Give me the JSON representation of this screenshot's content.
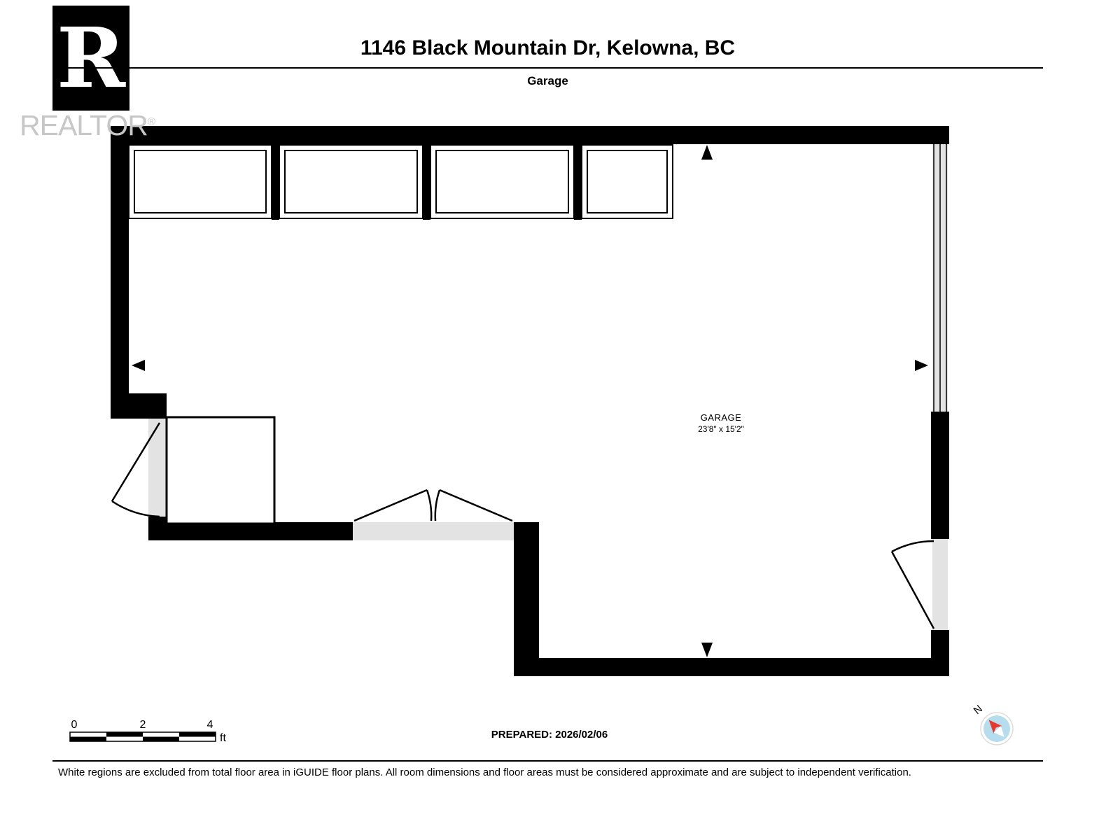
{
  "header": {
    "title": "1146 Black Mountain Dr, Kelowna, BC",
    "subtitle": "Garage"
  },
  "branding": {
    "logo_letter": "R",
    "wordmark": "REALTOR",
    "registered": "®"
  },
  "floorplan": {
    "room_name": "GARAGE",
    "room_dimensions": "23'8\" x 15'2\"",
    "wall_color": "#000000",
    "opening_color": "#e3e3e3",
    "compass_fill": "#b5ddee",
    "compass_needle": "#e8392f"
  },
  "scale_bar": {
    "ticks": [
      "0",
      "2",
      "4"
    ],
    "unit": "ft"
  },
  "compass": {
    "north_label": "N"
  },
  "footer": {
    "prepared_label": "PREPARED: 2026/02/06",
    "disclaimer": "White regions are excluded from total floor area in iGUIDE floor plans. All room dimensions and floor areas must be considered approximate and are subject to independent verification."
  }
}
